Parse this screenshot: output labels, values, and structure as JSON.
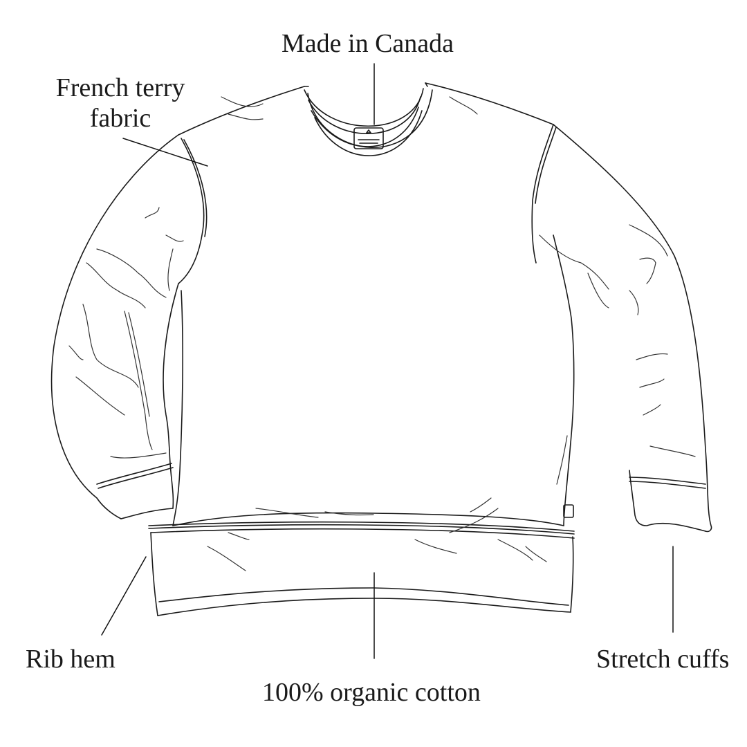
{
  "diagram": {
    "subject": "crewneck sweatshirt line illustration",
    "callouts": [
      {
        "id": "made",
        "label": "Made in Canada",
        "points_to": "neck label"
      },
      {
        "id": "french",
        "label_line1": "French terry",
        "label_line2": "fabric",
        "points_to": "left shoulder seam"
      },
      {
        "id": "rib",
        "label": "Rib hem",
        "points_to": "left side of waistband"
      },
      {
        "id": "stretch",
        "label": "Stretch cuffs",
        "points_to": "right sleeve cuff"
      },
      {
        "id": "cotton",
        "label": "100% organic cotton",
        "points_to": "body / waistband"
      }
    ]
  },
  "colors": {
    "background": "#ffffff",
    "line": "#1a1a1a",
    "text": "#1a1a1a"
  }
}
